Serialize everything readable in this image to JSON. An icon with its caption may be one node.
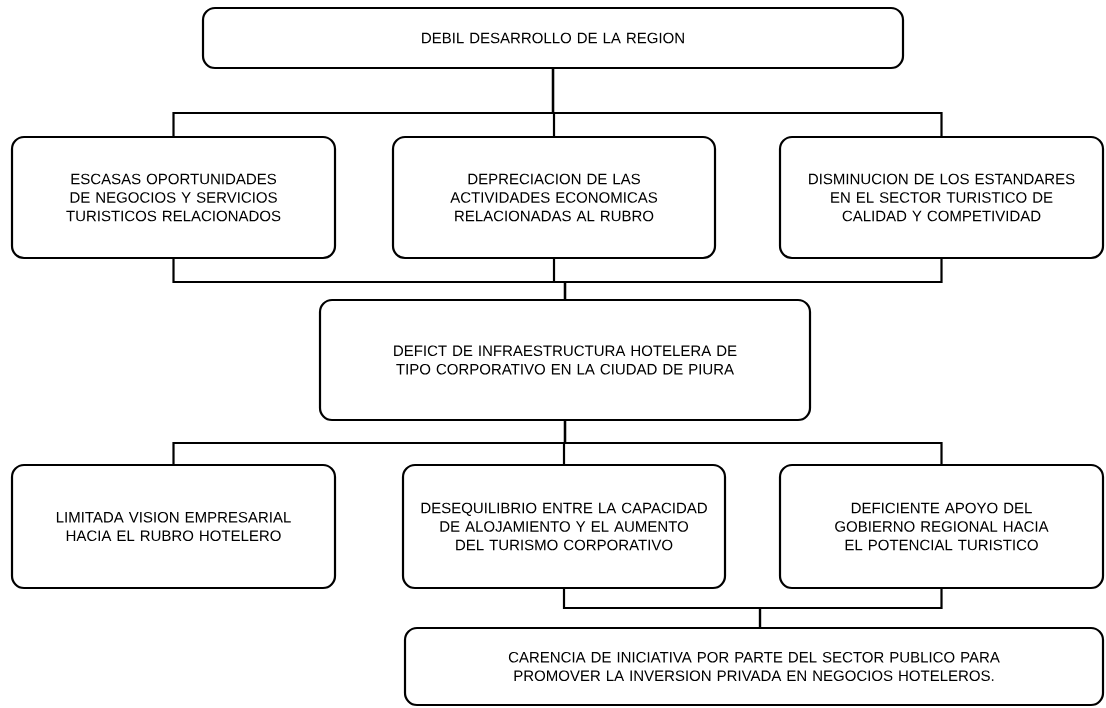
{
  "diagram": {
    "nodes": [
      {
        "text": [
          "DEBIL DESARROLLO DE LA REGION"
        ]
      },
      {
        "text": [
          "ESCASAS OPORTUNIDADES DE NEGOCIOS Y SERVICIOS TURISTICOS RELACIONADOS"
        ]
      },
      {
        "text": [
          "DEPRECIACION DE LAS ACTIVIDADES ECONOMICAS RELACIONADAS AL RUBRO"
        ]
      },
      {
        "text": [
          "DISMINUCION DE LOS ESTANDARES EN EL SECTOR TURISTICO DE CALIDAD Y COMPETIVIDAD"
        ]
      },
      {
        "text": [
          "DEFICT DE INFRAESTRUCTURA HOTELERA DE TIPO CORPORATIVO EN LA CIUDAD DE PIURA"
        ]
      },
      {
        "text": [
          "LIMITADA VISION EMPRESARIAL HACIA EL RUBRO HOTELERO"
        ]
      },
      {
        "text": [
          "DESEQUILIBRIO ENTRE LA CAPACIDAD DE ALOJAMIENTO Y EL AUMENTO DEL TURISMO CORPORATIVO"
        ]
      },
      {
        "text": [
          "DEFICIENTE APOYO DEL GOBIERNO REGIONAL HACIA EL POTENCIAL TURISTICO"
        ]
      },
      {
        "text": [
          "CARENCIA DE INICIATIVA POR PARTE DEL SECTOR PUBLICO PARA PROMOVER LA INVERSION PRIVADA EN NEGOCIOS HOTELEROS."
        ]
      }
    ],
    "edges": [
      {
        "from": 0,
        "to": 1,
        "arrow": "none"
      },
      {
        "from": 0,
        "to": 2,
        "arrow": "none"
      },
      {
        "from": 0,
        "to": 3,
        "arrow": "none"
      },
      {
        "from": 1,
        "to": 4,
        "arrow": "none"
      },
      {
        "from": 2,
        "to": 4,
        "arrow": "none"
      },
      {
        "from": 3,
        "to": 4,
        "arrow": "none"
      },
      {
        "from": 4,
        "to": 5,
        "arrow": "none"
      },
      {
        "from": 4,
        "to": 6,
        "arrow": "none"
      },
      {
        "from": 4,
        "to": 7,
        "arrow": "none"
      },
      {
        "from": 6,
        "to": 8,
        "arrow": "none"
      },
      {
        "from": 7,
        "to": 8,
        "arrow": "none"
      }
    ]
  }
}
